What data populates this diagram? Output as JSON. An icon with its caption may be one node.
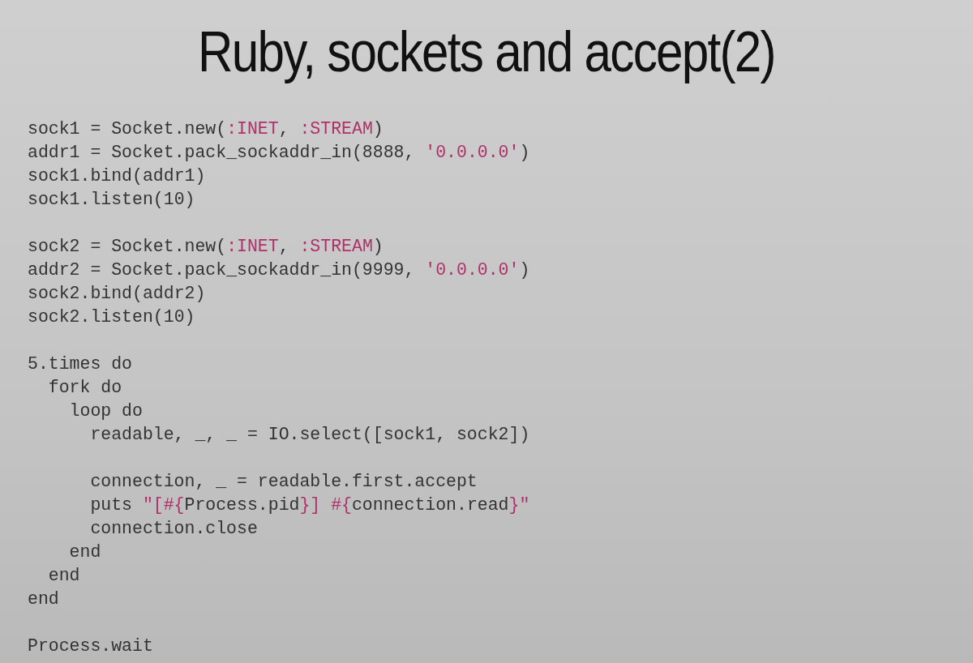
{
  "diagram": {
    "title": "Ruby, sockets and accept(2)",
    "labels": [
      "sock1 = Socket.new(:INET, :STREAM)",
      "addr1 = Socket.pack_sockaddr_in(8888, '0.0.0.0')",
      "sock1.bind(addr1)",
      "sock1.listen(10)",
      "sock2 = Socket.new(:INET, :STREAM)",
      "addr2 = Socket.pack_sockaddr_in(9999, '0.0.0.0')",
      "sock2.bind(addr2)",
      "sock2.listen(10)",
      "5.times do",
      "fork do",
      "loop do",
      "readable, _, _ = IO.select([sock1, sock2])",
      "connection, _ = readable.first.accept",
      "puts \"[#{Process.pid}] #{connection.read}\"",
      "connection.close",
      "end",
      "end",
      "end",
      "Process.wait"
    ]
  }
}
